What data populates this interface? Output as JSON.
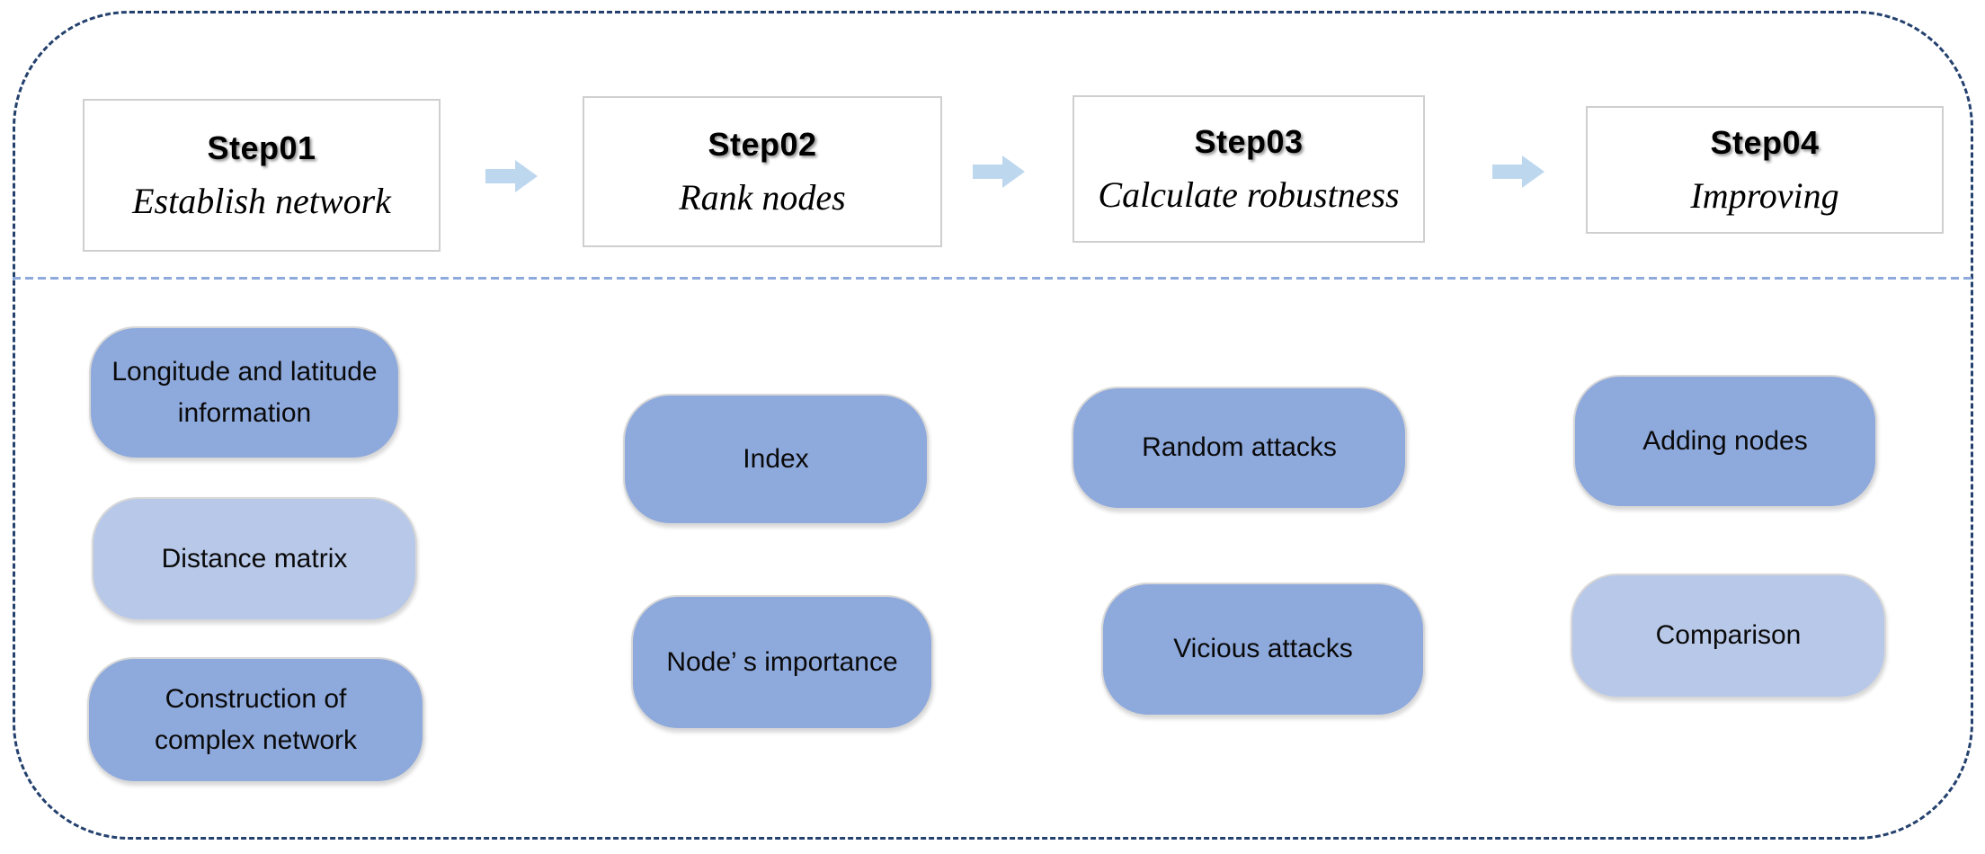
{
  "colors": {
    "outer_border": "#24416E",
    "separator": "#8EA9DB",
    "pill_dark": "#8EA9DC",
    "pill_light": "#B8C8E8",
    "arrow": "#BDD7EE",
    "box_border": "#D0CECE",
    "text": "#000000"
  },
  "steps": [
    {
      "name": "Step01",
      "desc": "Establish network"
    },
    {
      "name": "Step02",
      "desc": "Rank nodes"
    },
    {
      "name": "Step03",
      "desc": "Calculate robustness"
    },
    {
      "name": "Step04",
      "desc": "Improving"
    }
  ],
  "columns": [
    {
      "step": "Step01",
      "pills": [
        {
          "label": "Longitude and latitude information",
          "lines": [
            "Longitude and latitude",
            "information"
          ],
          "tone": "dark"
        },
        {
          "label": "Distance matrix",
          "lines": [
            "Distance matrix"
          ],
          "tone": "light"
        },
        {
          "label": "Construction of complex network",
          "lines": [
            "Construction of",
            "complex network"
          ],
          "tone": "dark"
        }
      ]
    },
    {
      "step": "Step02",
      "pills": [
        {
          "label": "Index",
          "lines": [
            "Index"
          ],
          "tone": "dark"
        },
        {
          "label": "Node’ s importance",
          "lines": [
            "Node’ s importance"
          ],
          "tone": "dark"
        }
      ]
    },
    {
      "step": "Step03",
      "pills": [
        {
          "label": "Random attacks",
          "lines": [
            "Random attacks"
          ],
          "tone": "dark"
        },
        {
          "label": "Vicious attacks",
          "lines": [
            "Vicious attacks"
          ],
          "tone": "dark"
        }
      ]
    },
    {
      "step": "Step04",
      "pills": [
        {
          "label": "Adding nodes",
          "lines": [
            "Adding nodes"
          ],
          "tone": "dark"
        },
        {
          "label": "Comparison",
          "lines": [
            "Comparison"
          ],
          "tone": "light"
        }
      ]
    }
  ]
}
